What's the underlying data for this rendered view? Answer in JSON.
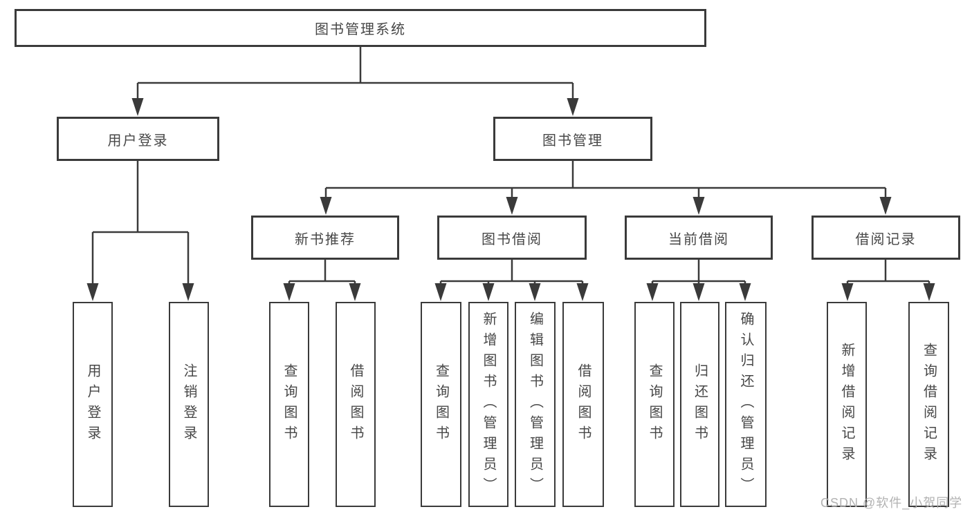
{
  "tree": {
    "root": {
      "label": "图书管理系统"
    },
    "branches": [
      {
        "label": "用户登录",
        "children": [
          {
            "label": "用户登录"
          },
          {
            "label": "注销登录"
          }
        ]
      },
      {
        "label": "图书管理",
        "groups": [
          {
            "label": "新书推荐",
            "children": [
              {
                "label": "查询图书"
              },
              {
                "label": "借阅图书"
              }
            ]
          },
          {
            "label": "图书借阅",
            "children": [
              {
                "label": "查询图书"
              },
              {
                "label": "新增图书（管理员）"
              },
              {
                "label": "编辑图书（管理员）"
              },
              {
                "label": "借阅图书"
              }
            ]
          },
          {
            "label": "当前借阅",
            "children": [
              {
                "label": "查询图书"
              },
              {
                "label": "归还图书"
              },
              {
                "label": "确认归还（管理员）"
              }
            ]
          },
          {
            "label": "借阅记录",
            "children": [
              {
                "label": "新增借阅记录"
              },
              {
                "label": "查询借阅记录"
              }
            ]
          }
        ]
      }
    ]
  },
  "watermark": {
    "text": "CSDN @软件_小贺同学"
  },
  "colors": {
    "line": "#3a3a3a",
    "text": "#474747",
    "background": "#ffffff",
    "watermark": "#aeaeae"
  }
}
